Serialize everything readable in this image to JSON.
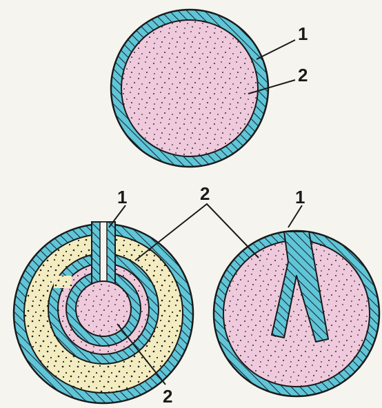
{
  "colors": {
    "background": "#f6f4ee",
    "membrane_blue": "#5fc6d8",
    "hatch_line": "#1e2a34",
    "cytoplasm_pink": "#efc9dc",
    "cytoplasm_yellow": "#f3ecc0",
    "outline": "#1a1a1a"
  },
  "labels": {
    "top_membrane": "1",
    "top_content": "2",
    "left_membrane": "1",
    "shared_content": "2",
    "left_inner_content": "2",
    "right_membrane": "1"
  }
}
